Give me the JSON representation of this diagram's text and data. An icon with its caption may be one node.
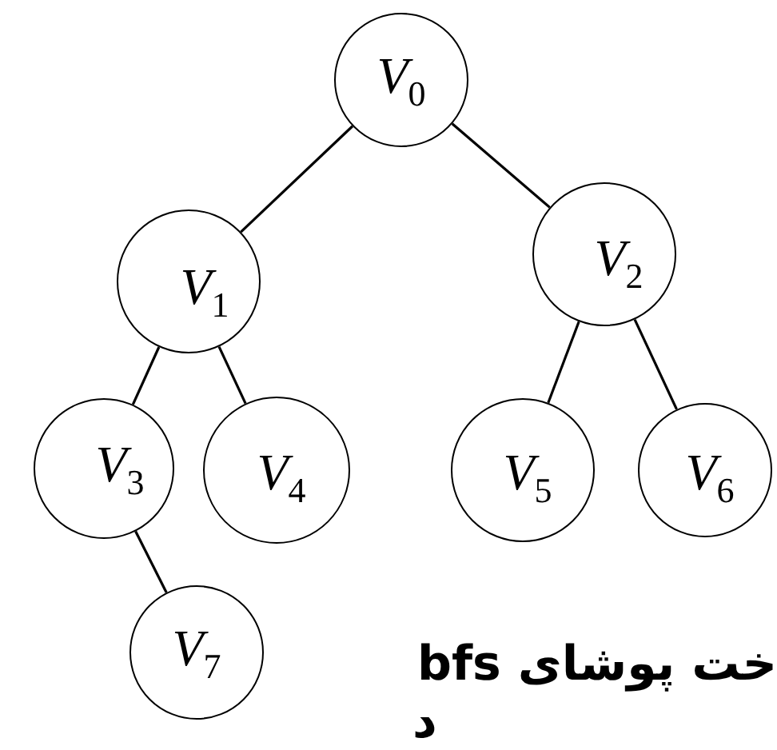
{
  "diagram": {
    "nodes": [
      {
        "text": [
          "*V*$_{0}$"
        ]
      },
      {
        "text": [
          "*V*$_{1}$"
        ]
      },
      {
        "text": [
          "*V*$_{2}$"
        ]
      },
      {
        "text": [
          "*V*$_{3}$"
        ]
      },
      {
        "text": [
          "*V*$_{4}$"
        ]
      },
      {
        "text": [
          "*V*$_{5}$"
        ]
      },
      {
        "text": [
          "*V*$_{6}$"
        ]
      },
      {
        "text": [
          "*V*$_{7}$"
        ]
      }
    ],
    "edges": [
      {
        "from": 0,
        "to": 1,
        "arrow": "none"
      },
      {
        "from": 0,
        "to": 2,
        "arrow": "none"
      },
      {
        "from": 1,
        "to": 3,
        "arrow": "none"
      },
      {
        "from": 1,
        "to": 4,
        "arrow": "none"
      },
      {
        "from": 2,
        "to": 5,
        "arrow": "none"
      },
      {
        "from": 2,
        "to": 6,
        "arrow": "none"
      },
      {
        "from": 3,
        "to": 7,
        "arrow": "none"
      }
    ],
    "labels": [
      "خت پوشای bfs",
      "د"
    ]
  }
}
